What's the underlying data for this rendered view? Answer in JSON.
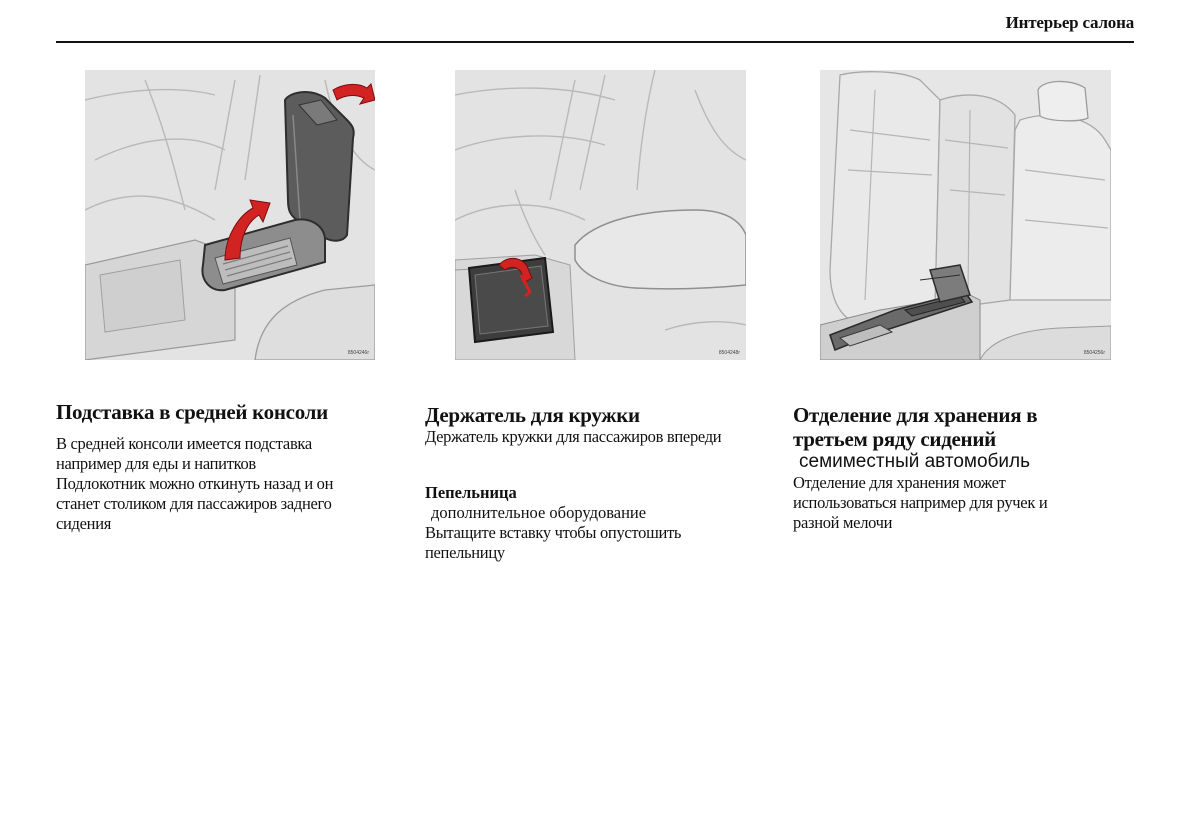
{
  "header": {
    "title": "Интерьер салона"
  },
  "figures": [
    {
      "code": "8504246r"
    },
    {
      "code": "8504248r"
    },
    {
      "code": "8504256r"
    }
  ],
  "sections": {
    "console": {
      "heading": "Подставка в средней консоли",
      "lines": [
        "В средней консоли имеется подставка",
        "например  для еды и напитков",
        "Подлокотник можно откинуть назад и он",
        "станет   столиком   для пассажиров заднего",
        "сидения"
      ]
    },
    "cupholder": {
      "heading": "Держатель для кружки",
      "text": "Держатель кружки для пассажиров впереди",
      "ashtray": {
        "heading": "Пепельница",
        "note": "дополнительное оборудование",
        "lines": [
          "Вытащите вставку  чтобы опустошить",
          "пепельницу"
        ]
      }
    },
    "storage": {
      "heading_lines": [
        "Отделение для хранения в",
        "третьем ряду сидений"
      ],
      "note": "семиместный автомобиль",
      "lines": [
        "Отделение для хранения может",
        "использоваться  например  для ручек и",
        "разной мелочи"
      ]
    }
  }
}
